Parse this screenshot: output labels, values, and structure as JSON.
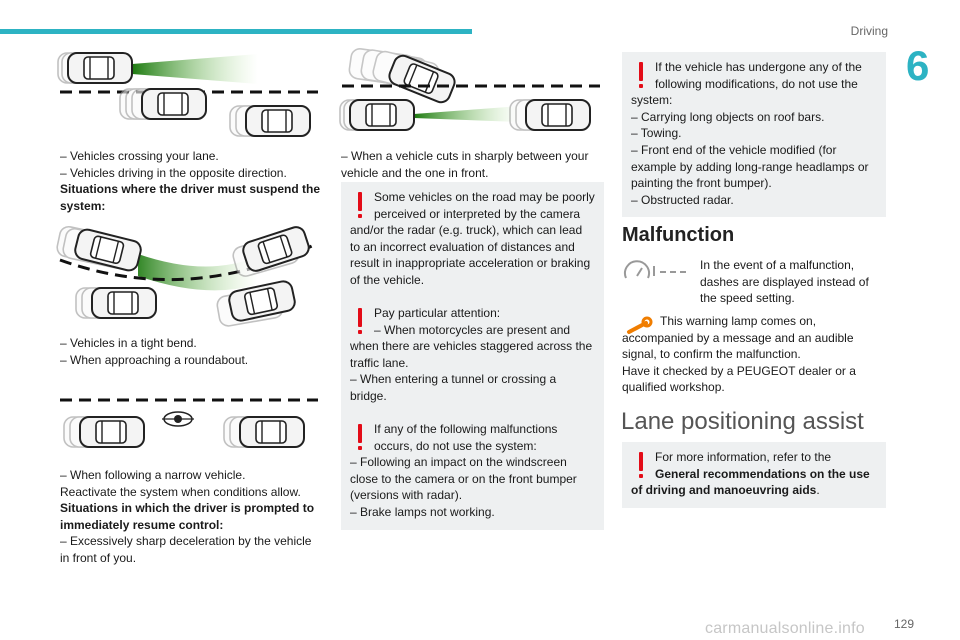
{
  "header": {
    "section": "Driving",
    "chapter": "6",
    "page": "129",
    "watermark": "carmanualsonline.info"
  },
  "col1": {
    "list1": [
      "– Vehicles crossing your lane.",
      "– Vehicles driving in the opposite direction."
    ],
    "heading1": "Situations where the driver must suspend the system:",
    "list2": [
      "– Vehicles in a tight bend.",
      "– When approaching a roundabout."
    ],
    "list3": [
      "– When following a narrow vehicle."
    ],
    "reactivate": "Reactivate the system when conditions allow.",
    "heading2": "Situations in which the driver is prompted to immediately resume control:",
    "list4": "– Excessively sharp deceleration by the vehicle in front of you."
  },
  "col2": {
    "cutin": "– When a vehicle cuts in sharply between your vehicle and the one in front.",
    "warning1": "Some vehicles on the road may be poorly perceived or interpreted by the camera and/or the radar (e.g. truck), which can lead to an incorrect evaluation of distances and result in inappropriate acceleration or braking of the vehicle.",
    "warning2": {
      "intro": "Pay particular attention:",
      "items": [
        "– When motorcycles are present and when there are vehicles staggered across the traffic lane.",
        "– When entering a tunnel or crossing a bridge."
      ]
    },
    "warning3": {
      "intro": "If any of the following malfunctions occurs, do not use the system:",
      "items": [
        "– Following an impact on the windscreen close to the camera or on the front bumper (versions with radar).",
        "– Brake lamps not working."
      ]
    }
  },
  "col3": {
    "warning4": {
      "intro": "If the vehicle has undergone any of the following modifications, do not use the system:",
      "items": [
        "– Carrying long objects on roof bars.",
        "– Towing.",
        "– Front end of the vehicle modified (for example by adding long-range headlamps or painting the front bumper).",
        "– Obstructed radar."
      ]
    },
    "malfunction_heading": "Malfunction",
    "malfunction_text": "In the event of a malfunction, dashes are displayed instead of the speed setting.",
    "lamp_text": "This warning lamp comes on, accompanied by a message and an audible signal, to confirm the malfunction.",
    "lamp_text2": "Have it checked by a PEUGEOT dealer or a qualified workshop.",
    "lpa_heading": "Lane positioning assist",
    "warning5": {
      "intro": "For more information, refer to the",
      "bold": "General recommendations on the use of driving and manoeuvring aids",
      "end": "."
    }
  },
  "colors": {
    "accent": "#2db3c3",
    "warning": "#e30b17",
    "orange": "#f07d00",
    "panel": "#eef0f1",
    "beam": "#3a9c1a"
  },
  "icons": [
    "warning-exclamation-icon",
    "speed-dashes-icon",
    "wrench-warning-lamp-icon",
    "car-top-view-icon",
    "motorcycle-icon"
  ]
}
